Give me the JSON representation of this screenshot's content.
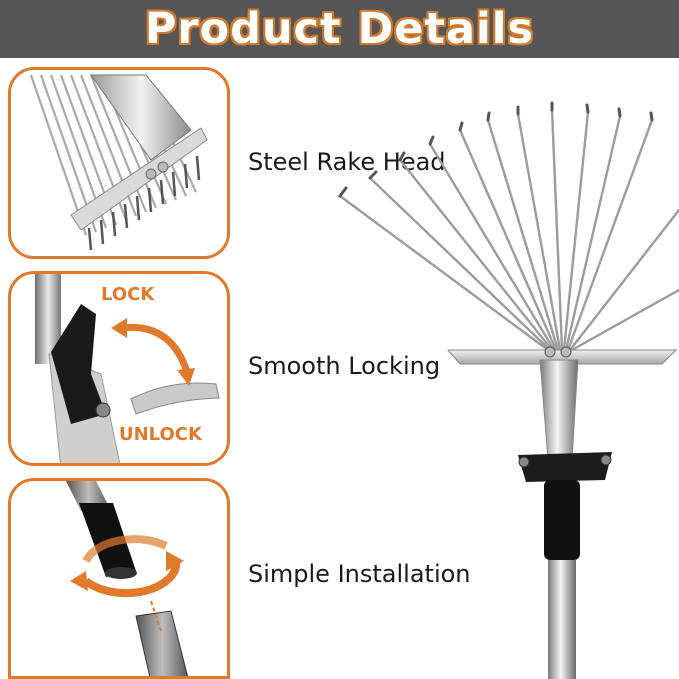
{
  "header": {
    "title": "Product Details"
  },
  "features": [
    {
      "label": "Steel Rake Head"
    },
    {
      "label": "Smooth Locking"
    },
    {
      "label": "Simple Installation"
    }
  ],
  "lock_panel": {
    "lock_label": "LOCK",
    "unlock_label": "UNLOCK"
  },
  "colors": {
    "accent": "#e07a2a",
    "header_bg": "#565656",
    "text": "#1a1a1a"
  }
}
